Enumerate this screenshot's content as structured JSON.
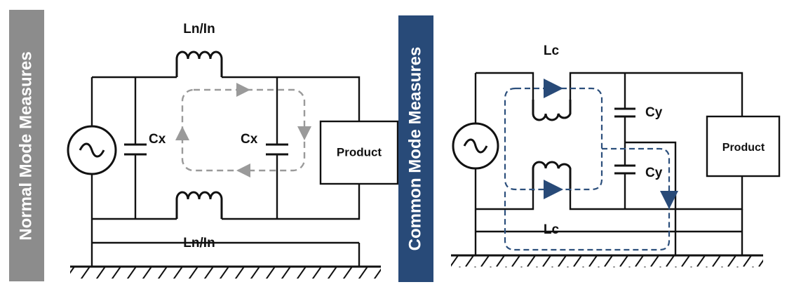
{
  "colors": {
    "normal_band": "#8c8c8c",
    "common_band": "#284a78",
    "normal_flow": "#9a9a9a",
    "common_flow": "#2c4f7c",
    "wire": "#111111"
  },
  "normal_mode": {
    "banner": "Normal Mode Measures",
    "inductor_top_label": "Ln/In",
    "inductor_bottom_label": "Ln/In",
    "cap_left_label": "Cx",
    "cap_right_label": "Cx",
    "product_label": "Product",
    "source_icon": "ac-source-icon",
    "flow": "dashed gray current loop with four arrowheads"
  },
  "common_mode": {
    "banner": "Common Mode Measures",
    "inductor_top_label": "Lc",
    "inductor_bottom_label": "Lc",
    "cap_top_label": "Cy",
    "cap_bottom_label": "Cy",
    "product_label": "Product",
    "source_icon": "ac-source-icon",
    "flow": "dashed blue current loop returning through ground"
  }
}
